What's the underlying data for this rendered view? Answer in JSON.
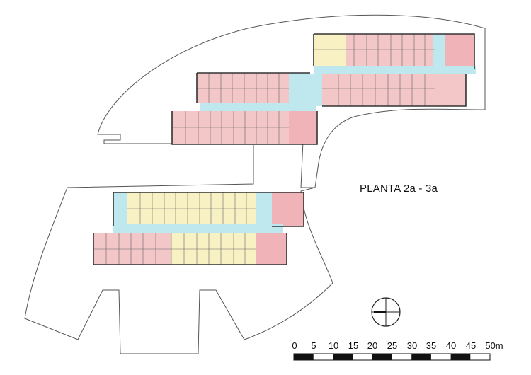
{
  "plan_title": "PLANTA 2a - 3a",
  "scale_bar": {
    "ticks": [
      "0",
      "5",
      "10",
      "15",
      "20",
      "25",
      "30",
      "35",
      "40",
      "45",
      "50m"
    ]
  },
  "colors": {
    "pink": "#f3c6c8",
    "pink_dark": "#f0b3b8",
    "yellow": "#f8f1c4",
    "cyan": "#bfe8ee"
  },
  "icons": [
    "north-compass-icon"
  ]
}
